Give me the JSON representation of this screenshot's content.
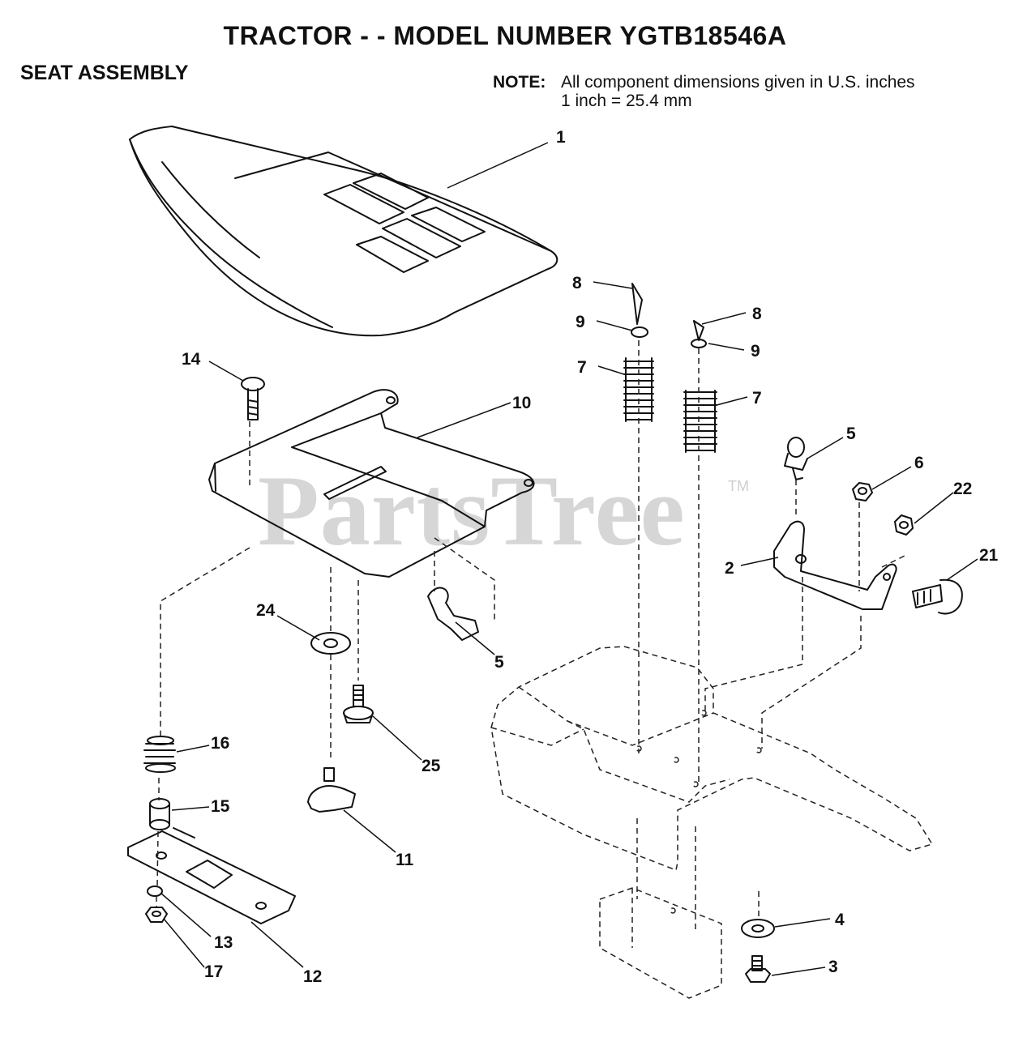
{
  "title": "TRACTOR - - MODEL NUMBER YGTB18546A",
  "section": "SEAT ASSEMBLY",
  "note": {
    "label": "NOTE:",
    "line1": "All component dimensions given in U.S. inches",
    "line2": "1 inch = 25.4 mm"
  },
  "watermark": {
    "text": "PartsTree",
    "tm": "TM"
  },
  "callouts": [
    "1",
    "8",
    "9",
    "8",
    "9",
    "7",
    "7",
    "14",
    "10",
    "5",
    "6",
    "22",
    "2",
    "21",
    "24",
    "5",
    "16",
    "25",
    "15",
    "11",
    "13",
    "17",
    "12",
    "4",
    "3"
  ]
}
